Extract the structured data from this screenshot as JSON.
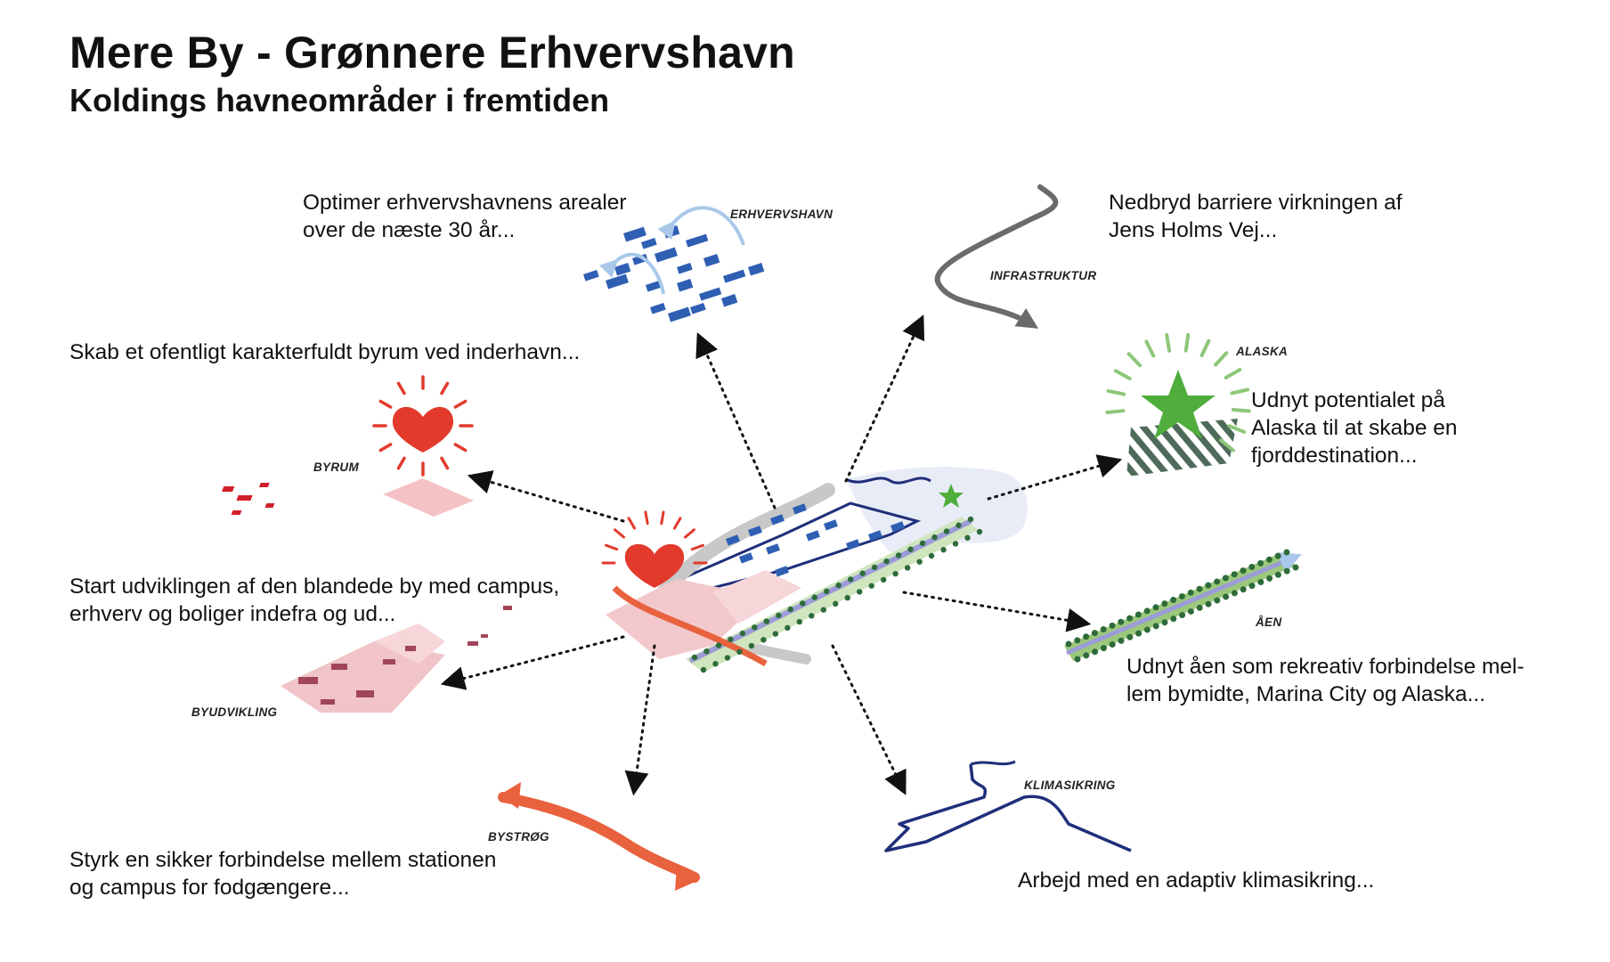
{
  "header": {
    "title": "Mere By - Grønnere Erhvervshavn",
    "subtitle": "Koldings havneområder i fremtiden"
  },
  "themes": [
    {
      "tag": "ERHVERVSHAVN",
      "text": "Optimer erhvervshavnens arealer\nover de næste 30 år...",
      "icon": "harbor-blocks-icon",
      "color": "#2f5fb3"
    },
    {
      "tag": "INFRASTRUKTUR",
      "text": "Nedbryd barriere virkningen af\nJens Holms Vej...",
      "icon": "road-curve-icon",
      "color": "#6b6b6b"
    },
    {
      "tag": "BYRUM",
      "text": "Skab et ofentligt karakterfuldt byrum ved inderhavn...",
      "icon": "heart-icon",
      "color": "#e23a2c"
    },
    {
      "tag": "ALASKA",
      "text": "Udnyt potentialet på\nAlaska til at skabe en\nfjorddestination...",
      "icon": "star-icon",
      "color": "#4fae3c"
    },
    {
      "tag": "BYUDVIKLING",
      "text": "Start udviklingen af den blandede by med campus,\nerhverv og boliger indefra og ud...",
      "icon": "urban-blocks-icon",
      "color": "#d98a94"
    },
    {
      "tag": "ÅEN",
      "text": "Udnyt åen som rekreativ forbindelse mel-\nlem bymidte, Marina City og Alaska...",
      "icon": "river-trees-icon",
      "color": "#7fb55a"
    },
    {
      "tag": "BYSTRØG",
      "text": "Styrk en sikker forbindelse mellem stationen\nog campus for fodgængere...",
      "icon": "promenade-arrow-icon",
      "color": "#e8623e"
    },
    {
      "tag": "KLIMASIKRING",
      "text": "Arbejd med en adaptiv klimasikring...",
      "icon": "dike-line-icon",
      "color": "#1f2f7a"
    }
  ]
}
